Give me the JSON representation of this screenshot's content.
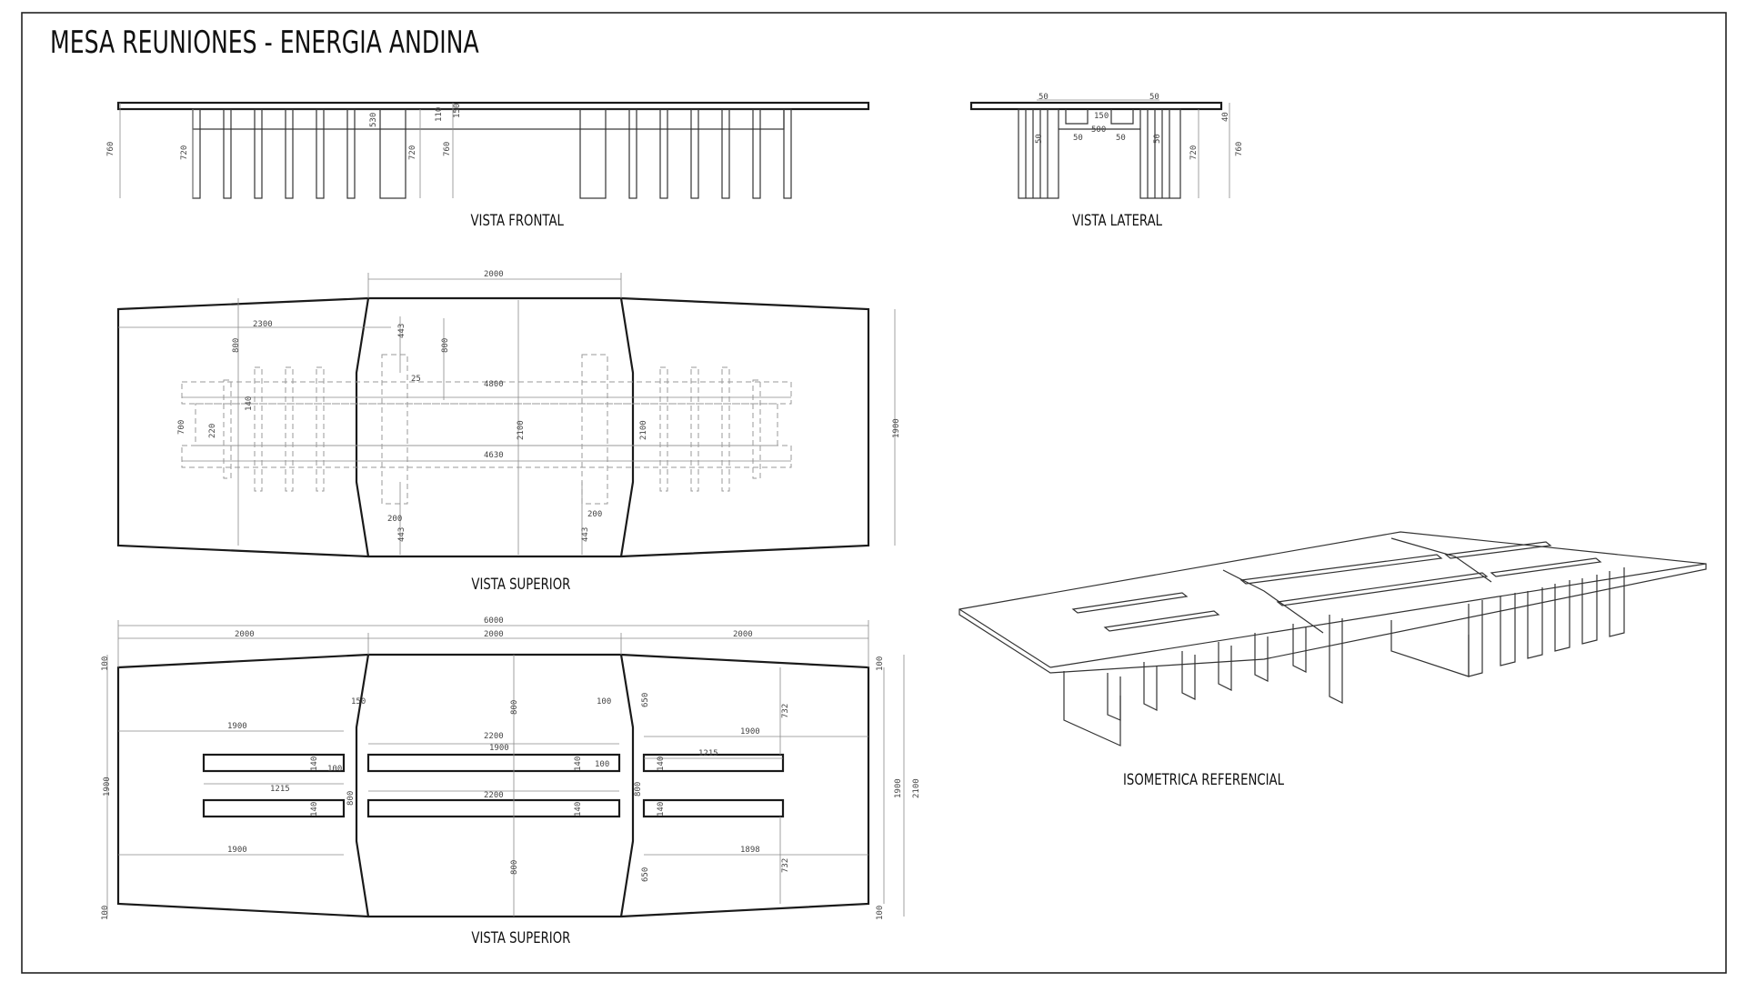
{
  "title": "MESA REUNIONES - ENERGIA ANDINA",
  "views": {
    "front": "VISTA FRONTAL",
    "side": "VISTA LATERAL",
    "top_structure": "VISTA SUPERIOR",
    "top_dimensions": "VISTA SUPERIOR",
    "iso": "ISOMETRICA REFERENCIAL"
  },
  "dims": {
    "front": {
      "h760": "760",
      "h720": "720",
      "h720b": "720",
      "h760b": "760",
      "d110": "110",
      "d150": "150",
      "d530": "530"
    },
    "side": {
      "d50a": "50",
      "d50b": "50",
      "d150": "150",
      "d500": "500",
      "d50c": "50",
      "d50d": "50",
      "d50e": "50",
      "d50f": "50",
      "d40": "40",
      "h720": "720",
      "h760": "760"
    },
    "top1": {
      "w2000": "2000",
      "w2300": "2300",
      "d443a": "443",
      "d800": "800",
      "d800b": "800",
      "d25": "25",
      "d4800": "4800",
      "d140": "140",
      "d700": "700",
      "d220": "220",
      "d4630": "4630",
      "d2100a": "2100",
      "d2100b": "2100",
      "d1900": "1900",
      "d200a": "200",
      "d200b": "200",
      "d443b": "443",
      "d443c": "443"
    },
    "top2": {
      "w6000": "6000",
      "w2000a": "2000",
      "w2000b": "2000",
      "w2000c": "2000",
      "d100a": "100",
      "d100b": "100",
      "d1900a": "1900",
      "d150": "150",
      "d800a": "800",
      "d100c": "100",
      "d650a": "650",
      "d732a": "732",
      "d1900b": "1900",
      "d2200a": "2200",
      "d1900c": "1900",
      "d1215a": "1215",
      "d140a": "140",
      "d100d": "100",
      "d140b": "140",
      "d100e": "100",
      "d140c": "140",
      "d1215b": "1215",
      "d800b": "800",
      "d140d": "140",
      "d2200b": "2200",
      "d140e": "140",
      "d800c": "800",
      "d140f": "140",
      "d1900d": "1900",
      "d1898": "1898",
      "d650b": "650",
      "d732b": "732",
      "d800d": "800",
      "d1900e": "1900",
      "d1900f": "1900",
      "d2100": "2100",
      "d100f": "100",
      "d100g": "100"
    }
  }
}
